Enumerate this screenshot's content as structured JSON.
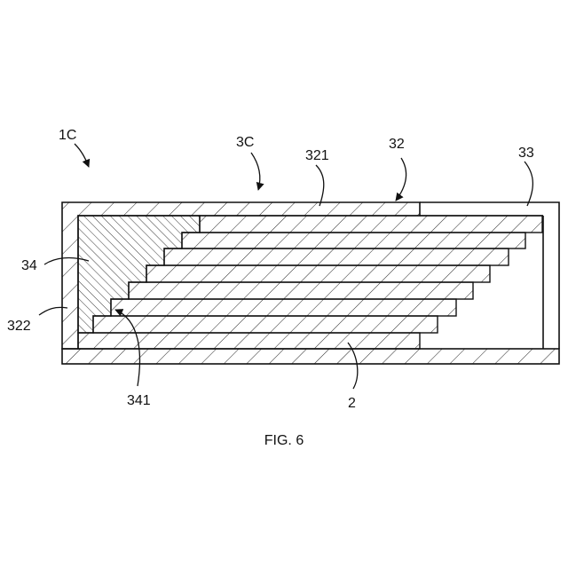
{
  "figure": {
    "caption": "FIG. 6",
    "labels": {
      "device": "1C",
      "cover": "3C",
      "film_top": "321",
      "film": "32",
      "frame": "33",
      "filler": "34",
      "film_side": "322",
      "filler_edge": "341",
      "stack": "2"
    }
  }
}
